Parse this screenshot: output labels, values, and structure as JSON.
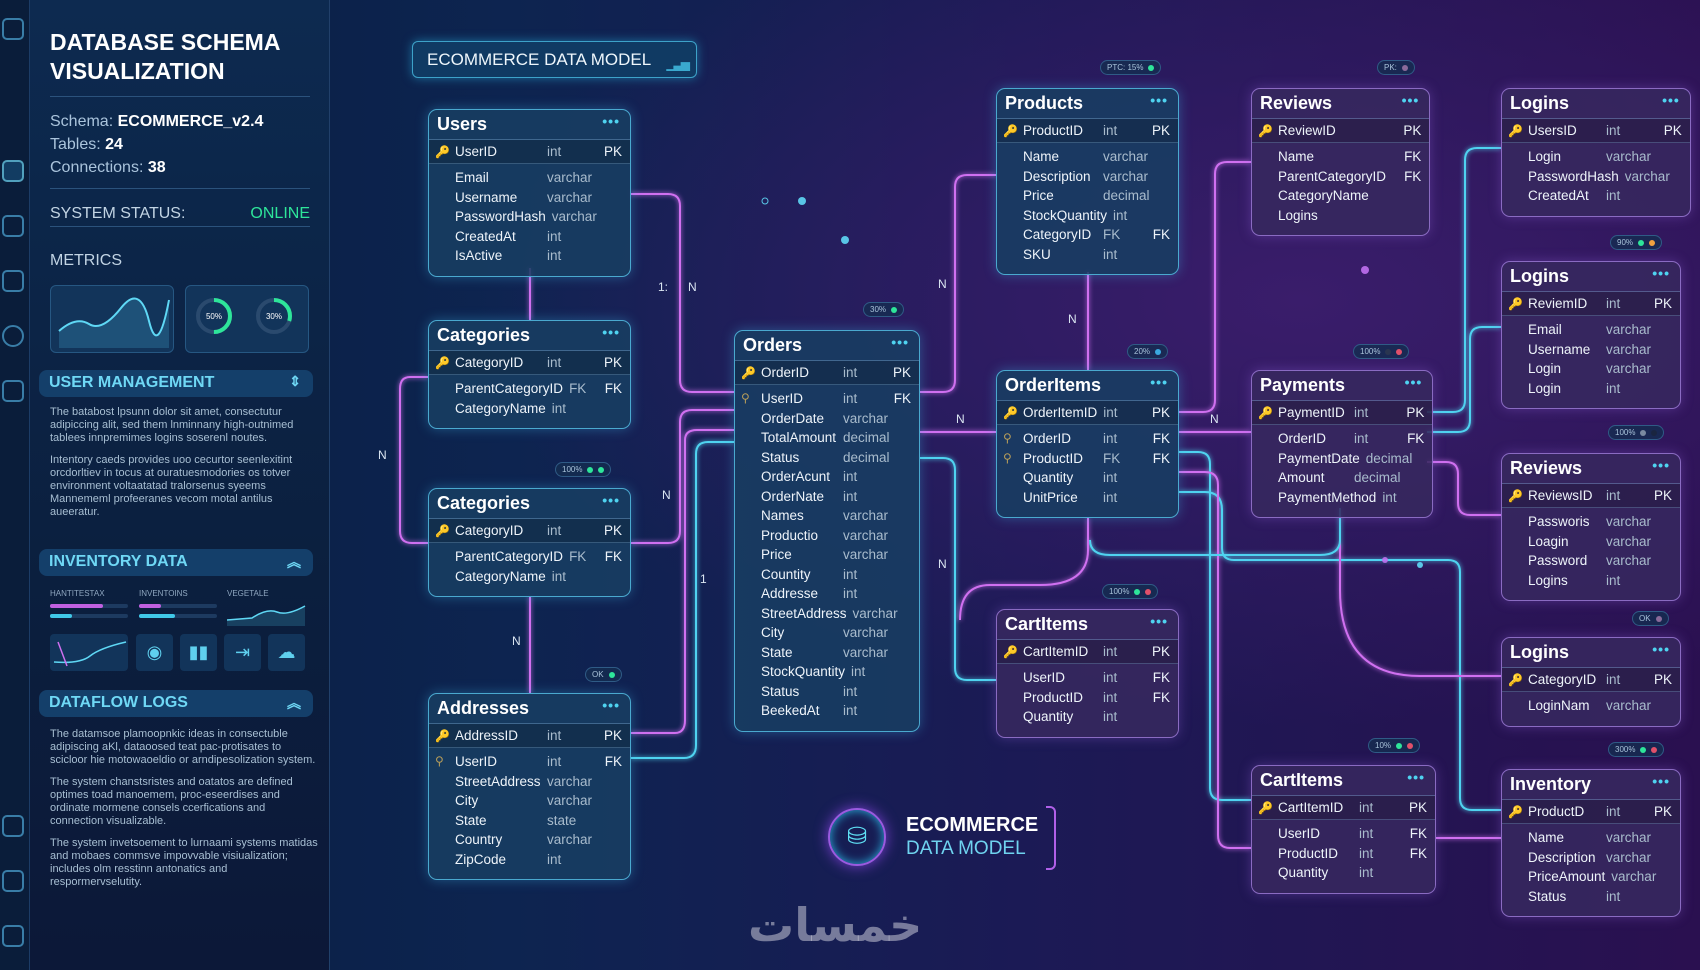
{
  "sidebar": {
    "title": "DATABASE SCHEMA VISUALIZATION",
    "schema_label": "Schema:",
    "schema_value": "ECOMMERCE_v2.4",
    "tables_label": "Tables:",
    "tables_value": "24",
    "connections_label": "Connections:",
    "connections_value": "38",
    "status_label": "SYSTEM STATUS:",
    "status_value": "ONLINE",
    "metrics_label": "METRICS",
    "gauges": [
      {
        "label": "50%",
        "value": 50
      },
      {
        "label": "30%",
        "value": 30
      }
    ],
    "sections": {
      "user_management": {
        "title": "USER MANAGEMENT",
        "paragraphs": [
          "The batabost lpsunn dolor sit amet, consectutur adipiccing alit, sed them lnminnany high-outnimed tablees innpremimes logins soserenl noutes.",
          "Intentory caeds provides uoo cecurtor seenlexitint orcdorltiev in tocus at ouratuesmodories os totver environment voltaatatad tralorsenus syeems Mannememl profeeranes vecom motal antilus aueeratur."
        ]
      },
      "inventory_data": {
        "title": "INVENTORY DATA",
        "mini_labels": [
          "HANTITESTAX",
          "INVENTOINS",
          "VEGETALE"
        ],
        "bars": [
          {
            "fill": 0.68,
            "color": "#c060e0"
          },
          {
            "fill": 0.28,
            "color": "#40c8e8"
          },
          {
            "fill": 0.28,
            "color": "#c060e0"
          },
          {
            "fill": 0.46,
            "color": "#40c8e8"
          }
        ]
      },
      "dataflow_logs": {
        "title": "DATAFLOW LOGS",
        "paragraphs": [
          "The datamsoe plamoopnkic ideas in consectuble adipiscing aKl, dataoosed teat pac-protisates to scicloor hie motowaoeldio or arndipesolization system.",
          "The system chanstsristes and oatatos are defined optimes toad manoemem, proc-eseerdises and ordinate mormene consels ccerfications and connection visualizable.",
          "The system invetsoement to lurnaami systems matidas and mobaes commsve impovvable visiualization; includes olm resstinn antonatics and respormervselutity."
        ]
      }
    }
  },
  "banner": {
    "title": "ECOMMERCE DATA MODEL"
  },
  "tables": [
    {
      "id": "users",
      "title": "Users",
      "theme": "cyan",
      "rows": [
        [
          "UserID",
          "int",
          "PK",
          "pk"
        ],
        [
          "Email",
          "varchar",
          "",
          ""
        ],
        [
          "Username",
          "varchar",
          "",
          ""
        ],
        [
          "PasswordHash",
          "varchar",
          "",
          ""
        ],
        [
          "CreatedAt",
          "int",
          "",
          ""
        ],
        [
          "IsActive",
          "int",
          "",
          ""
        ]
      ]
    },
    {
      "id": "categories1",
      "title": "Categories",
      "theme": "cyan",
      "rows": [
        [
          "CategoryID",
          "int",
          "PK",
          "pk"
        ],
        [
          "ParentCategoryID",
          "FK",
          "FK",
          ""
        ],
        [
          "CategoryName",
          "int",
          "",
          ""
        ]
      ]
    },
    {
      "id": "categories2",
      "title": "Categories",
      "theme": "cyan",
      "rows": [
        [
          "CategoryID",
          "int",
          "PK",
          "pk"
        ],
        [
          "ParentCategoryID",
          "FK",
          "FK",
          ""
        ],
        [
          "CategoryName",
          "int",
          "",
          ""
        ]
      ]
    },
    {
      "id": "addresses",
      "title": "Addresses",
      "theme": "cyan",
      "rows": [
        [
          "AddressID",
          "int",
          "PK",
          "pk"
        ],
        [
          "UserID",
          "int",
          "FK",
          "fk"
        ],
        [
          "StreetAddress",
          "varchar",
          "",
          ""
        ],
        [
          "City",
          "varchar",
          "",
          ""
        ],
        [
          "State",
          "state",
          "",
          ""
        ],
        [
          "Country",
          "varchar",
          "",
          ""
        ],
        [
          "ZipCode",
          "int",
          "",
          ""
        ]
      ]
    },
    {
      "id": "orders",
      "title": "Orders",
      "theme": "cyan",
      "rows": [
        [
          "OrderID",
          "int",
          "PK",
          "pk"
        ],
        [
          "UserID",
          "int",
          "FK",
          "fk"
        ],
        [
          "OrderDate",
          "varchar",
          "",
          ""
        ],
        [
          "TotalAmount",
          "decimal",
          "",
          ""
        ],
        [
          "Status",
          "decimal",
          "",
          ""
        ],
        [
          "OrderAcunt",
          "int",
          "",
          ""
        ],
        [
          "OrderNate",
          "int",
          "",
          ""
        ],
        [
          "Names",
          "varchar",
          "",
          ""
        ],
        [
          "Productio",
          "varchar",
          "",
          ""
        ],
        [
          "Price",
          "varchar",
          "",
          ""
        ],
        [
          "Countity",
          "int",
          "",
          ""
        ],
        [
          "Addresse",
          "int",
          "",
          ""
        ],
        [
          "StreetAddress",
          "varchar",
          "",
          ""
        ],
        [
          "City",
          "varchar",
          "",
          ""
        ],
        [
          "State",
          "varchar",
          "",
          ""
        ],
        [
          "StockQuantity",
          "int",
          "",
          ""
        ],
        [
          "Status",
          "int",
          "",
          ""
        ],
        [
          "BeekedAt",
          "int",
          "",
          ""
        ]
      ]
    },
    {
      "id": "products",
      "title": "Products",
      "theme": "cyan",
      "rows": [
        [
          "ProductID",
          "int",
          "PK",
          "pk"
        ],
        [
          "Name",
          "varchar",
          "",
          ""
        ],
        [
          "Description",
          "varchar",
          "",
          ""
        ],
        [
          "Price",
          "decimal",
          "",
          ""
        ],
        [
          "StockQuantity",
          "int",
          "",
          ""
        ],
        [
          "CategoryID",
          "FK",
          "FK",
          ""
        ],
        [
          "SKU",
          "int",
          "",
          ""
        ]
      ]
    },
    {
      "id": "orderitems",
      "title": "OrderItems",
      "theme": "cyan",
      "rows": [
        [
          "OrderItemID",
          "int",
          "PK",
          "pk"
        ],
        [
          "OrderID",
          "int",
          "FK",
          "fk"
        ],
        [
          "ProductID",
          "FK",
          "FK",
          "fk"
        ],
        [
          "Quantity",
          "int",
          "",
          ""
        ],
        [
          "UnitPrice",
          "int",
          "",
          ""
        ]
      ]
    },
    {
      "id": "cartitems1",
      "title": "CartItems",
      "theme": "purple",
      "rows": [
        [
          "CartItemID",
          "int",
          "PK",
          "pk"
        ],
        [
          "UserID",
          "int",
          "FK",
          ""
        ],
        [
          "ProductID",
          "int",
          "FK",
          ""
        ],
        [
          "Quantity",
          "int",
          "",
          ""
        ]
      ]
    },
    {
      "id": "reviews1",
      "title": "Reviews",
      "theme": "purple",
      "rows": [
        [
          "ReviewID",
          "",
          "PK",
          "pk"
        ],
        [
          "Name",
          "",
          "FK",
          ""
        ],
        [
          "ParentCategoryID",
          "",
          "FK",
          ""
        ],
        [
          "CategoryName",
          "",
          "",
          ""
        ],
        [
          "Logins",
          "",
          "",
          ""
        ]
      ]
    },
    {
      "id": "payments",
      "title": "Payments",
      "theme": "purple",
      "rows": [
        [
          "PaymentID",
          "int",
          "PK",
          "pk"
        ],
        [
          "OrderID",
          "int",
          "FK",
          ""
        ],
        [
          "PaymentDate",
          "decimal",
          "",
          ""
        ],
        [
          "Amount",
          "decimal",
          "",
          ""
        ],
        [
          "PaymentMethod",
          "int",
          "",
          ""
        ]
      ]
    },
    {
      "id": "cartitems2",
      "title": "CartItems",
      "theme": "purple",
      "rows": [
        [
          "CartItemID",
          "int",
          "PK",
          "pk"
        ],
        [
          "UserID",
          "int",
          "FK",
          ""
        ],
        [
          "ProductID",
          "int",
          "FK",
          ""
        ],
        [
          "Quantity",
          "int",
          "",
          ""
        ]
      ]
    },
    {
      "id": "logins1",
      "title": "Logins",
      "theme": "purple",
      "rows": [
        [
          "UsersID",
          "int",
          "PK",
          "pk"
        ],
        [
          "Login",
          "varchar",
          "",
          ""
        ],
        [
          "PasswordHash",
          "varchar",
          "",
          ""
        ],
        [
          "CreatedAt",
          "int",
          "",
          ""
        ]
      ]
    },
    {
      "id": "logins2",
      "title": "Logins",
      "theme": "purple",
      "rows": [
        [
          "ReviemID",
          "int",
          "PK",
          "pk"
        ],
        [
          "Email",
          "varchar",
          "",
          ""
        ],
        [
          "Username",
          "varchar",
          "",
          ""
        ],
        [
          "Login",
          "varchar",
          "",
          ""
        ],
        [
          "Login",
          "int",
          "",
          ""
        ]
      ]
    },
    {
      "id": "reviews2",
      "title": "Reviews",
      "theme": "purple",
      "rows": [
        [
          "ReviewsID",
          "int",
          "PK",
          "pk"
        ],
        [
          "Passworis",
          "varchar",
          "",
          ""
        ],
        [
          "Loagin",
          "varchar",
          "",
          ""
        ],
        [
          "Password",
          "varchar",
          "",
          ""
        ],
        [
          "Logins",
          "int",
          "",
          ""
        ]
      ]
    },
    {
      "id": "logins3",
      "title": "Logins",
      "theme": "purple",
      "rows": [
        [
          "CategoryID",
          "int",
          "PK",
          "pk"
        ],
        [
          "LoginNam",
          "varchar",
          "",
          ""
        ]
      ]
    },
    {
      "id": "inventory",
      "title": "Inventory",
      "theme": "purple",
      "rows": [
        [
          "ProductD",
          "int",
          "PK",
          "pk"
        ],
        [
          "Name",
          "varchar",
          "",
          ""
        ],
        [
          "Description",
          "varchar",
          "",
          ""
        ],
        [
          "PriceAmount",
          "varchar",
          "",
          ""
        ],
        [
          "Status",
          "int",
          "",
          ""
        ]
      ]
    }
  ],
  "badges": [
    {
      "id": "b1",
      "text": "PTC: 15%",
      "dots": [
        "#2ee59a"
      ]
    },
    {
      "id": "b2",
      "text": "PK:",
      "dots": [
        "#8a6a9a"
      ]
    },
    {
      "id": "b3",
      "text": "30%",
      "dots": [
        "#2ee59a"
      ]
    },
    {
      "id": "b4",
      "text": "20%",
      "dots": [
        "#3aa9e0"
      ]
    },
    {
      "id": "b5",
      "text": "100%",
      "dots": [
        "#2a3550",
        "#e0506a"
      ]
    },
    {
      "id": "b6",
      "text": "90%",
      "dots": [
        "#2ee59a",
        "#f0a040"
      ]
    },
    {
      "id": "b7",
      "text": "100%",
      "dots": [
        "#7a8aa0",
        "#1a2540"
      ]
    },
    {
      "id": "b8",
      "text": "100%",
      "dots": [
        "#2ee59a",
        "#2ee59a"
      ]
    },
    {
      "id": "b9",
      "text": "100%",
      "dots": [
        "#2ee59a",
        "#e0506a"
      ]
    },
    {
      "id": "b10",
      "text": "OK",
      "dots": [
        "#2ee59a"
      ]
    },
    {
      "id": "b11",
      "text": "OK",
      "dots": [
        "#8a6a9a"
      ]
    },
    {
      "id": "b12",
      "text": "10%",
      "dots": [
        "#2ee59a",
        "#e0506a"
      ]
    },
    {
      "id": "b13",
      "text": "300%",
      "dots": [
        "#2ee59a",
        "#e0506a"
      ]
    }
  ],
  "cardinality_labels": [
    {
      "id": "c1",
      "text": "1:"
    },
    {
      "id": "c2",
      "text": "N"
    },
    {
      "id": "c3",
      "text": "N"
    },
    {
      "id": "c4",
      "text": "N"
    },
    {
      "id": "c5",
      "text": "N"
    },
    {
      "id": "c6",
      "text": "1"
    },
    {
      "id": "c7",
      "text": "N"
    },
    {
      "id": "c8",
      "text": "N"
    },
    {
      "id": "c9",
      "text": "N"
    },
    {
      "id": "c10",
      "text": "N"
    },
    {
      "id": "c11",
      "text": "N"
    }
  ],
  "logo": {
    "line1": "ECOMMERCE",
    "line2": "DATA MODEL"
  },
  "watermark": "خمسات",
  "colors": {
    "cyan": "#4fd3f0",
    "magenta": "#d070f0",
    "online": "#2ee59a"
  }
}
